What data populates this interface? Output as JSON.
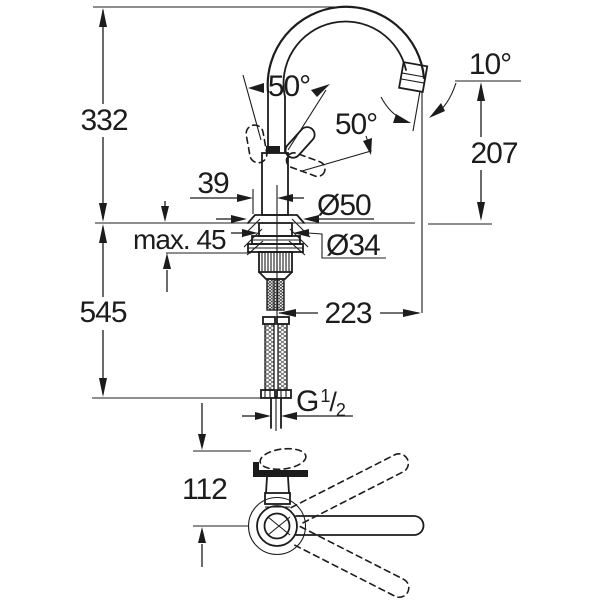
{
  "style": {
    "background": "#ffffff",
    "line_color": "#1c1c1c"
  },
  "drawing": {
    "front_view": {
      "height_above_deck": "332",
      "height_below_deck": "545",
      "max_deck_thickness": "max. 45",
      "center_offset": "39",
      "base_diameter": "Ø50",
      "shank_diameter": "Ø34",
      "spout_reach": "223",
      "outlet_height": "207",
      "outlet_angle": "10°",
      "handle_lift_angle": "50°",
      "handle_swing_angle": "50°",
      "thread": {
        "prefix": "G",
        "numerator": "1",
        "slash": "/",
        "denominator": "2"
      }
    },
    "top_view": {
      "handle_height": "112"
    }
  }
}
